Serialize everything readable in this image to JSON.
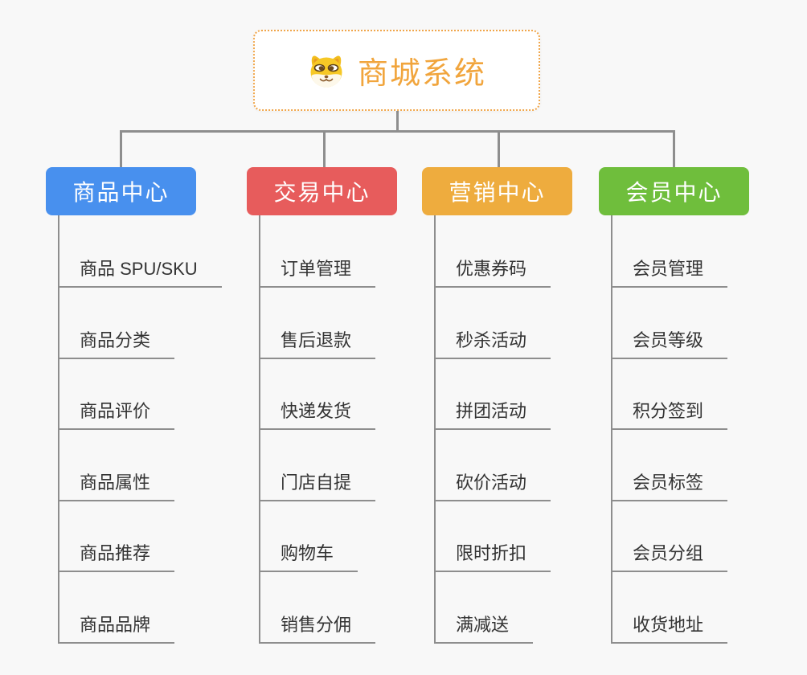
{
  "page": {
    "background_color": "#f8f8f8",
    "connector_color": "#8e8e8e",
    "leaf_text_color": "#333333"
  },
  "root": {
    "title": "商城系统",
    "title_color": "#f1a53d",
    "border_color": "#f0a64b",
    "icon": "doge-face-icon"
  },
  "branches": [
    {
      "label": "商品中心",
      "color": "#4890ee",
      "items": [
        "商品 SPU/SKU",
        "商品分类",
        "商品评价",
        "商品属性",
        "商品推荐",
        "商品品牌"
      ]
    },
    {
      "label": "交易中心",
      "color": "#e75c5c",
      "items": [
        "订单管理",
        "售后退款",
        "快递发货",
        "门店自提",
        "购物车",
        "销售分佣"
      ]
    },
    {
      "label": "营销中心",
      "color": "#eeac3e",
      "items": [
        "优惠券码",
        "秒杀活动",
        "拼团活动",
        "砍价活动",
        "限时折扣",
        "满减送"
      ]
    },
    {
      "label": "会员中心",
      "color": "#6fbe3c",
      "items": [
        "会员管理",
        "会员等级",
        "积分签到",
        "会员标签",
        "会员分组",
        "收货地址"
      ]
    }
  ]
}
